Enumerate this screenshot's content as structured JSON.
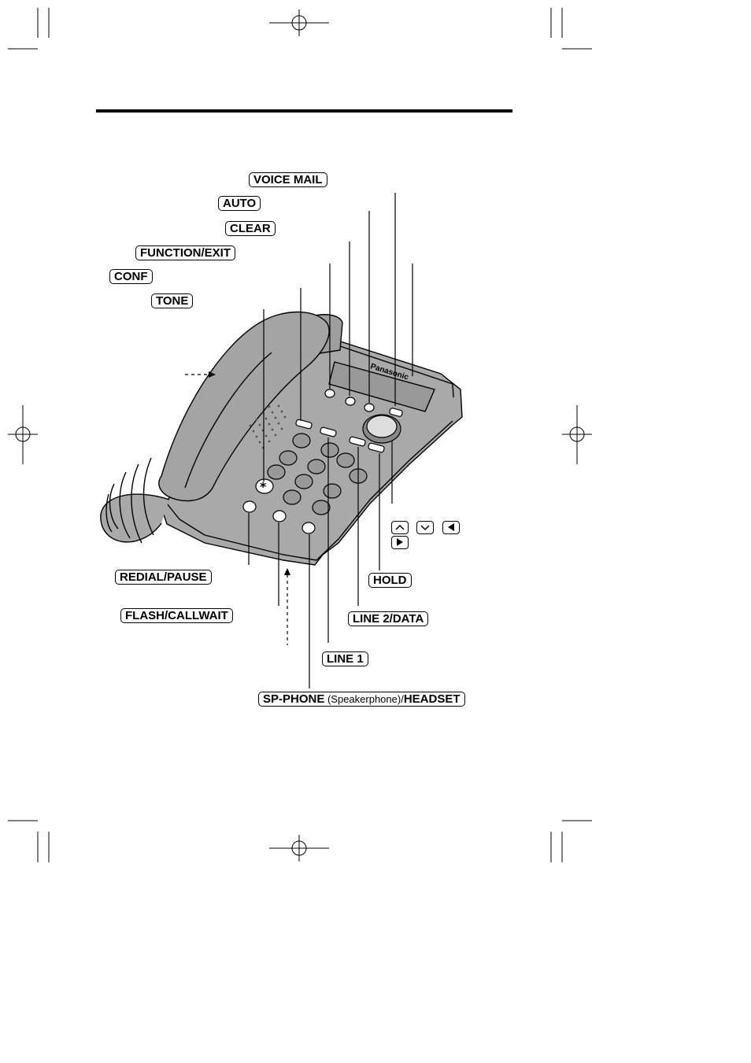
{
  "brand": "Panasonic",
  "labels": {
    "voice_mail": "VOICE MAIL",
    "auto": "AUTO",
    "clear": "CLEAR",
    "function_exit": "FUNCTION/EXIT",
    "conf": "CONF",
    "tone": "TONE",
    "redial_pause": "REDIAL/PAUSE",
    "flash_callwait": "FLASH/CALLWAIT",
    "hold": "HOLD",
    "line2_data": "LINE 2/DATA",
    "line1": "LINE 1",
    "sp_phone": "SP-PHONE",
    "speakerphone_note": " (Speakerphone)/",
    "headset": "HEADSET"
  },
  "nav_keys": [
    "up-arrow-icon",
    "down-arrow-icon",
    "left-arrow-icon",
    "right-arrow-icon"
  ]
}
